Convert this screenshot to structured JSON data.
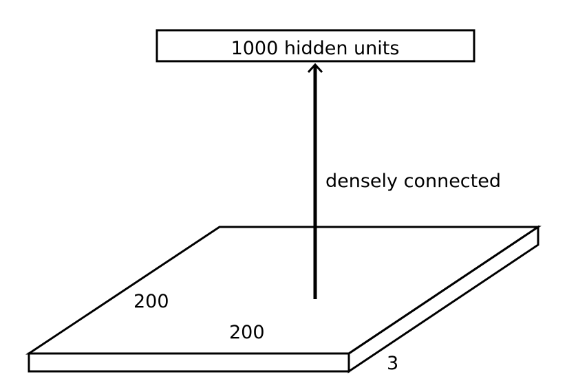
{
  "hidden_layer": {
    "label": "1000 hidden units"
  },
  "connection": {
    "label": "densely connected"
  },
  "input_slab": {
    "height_label": "200",
    "width_label": "200",
    "depth_label": "3"
  },
  "colors": {
    "stroke": "#000000",
    "background": "#ffffff"
  }
}
